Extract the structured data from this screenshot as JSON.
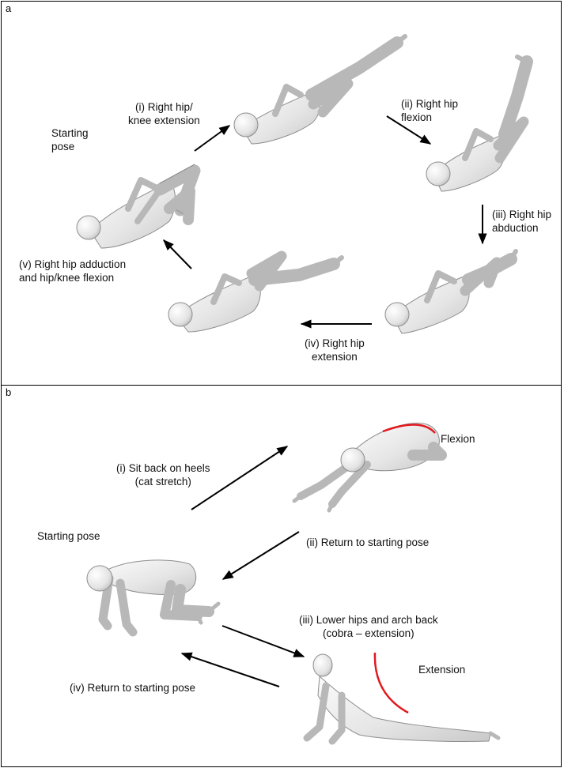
{
  "panel_a": {
    "label": "a",
    "starting_pose": "Starting\npose",
    "step_i": "(i) Right hip/\nknee extension",
    "step_ii": "(ii) Right hip\nflexion",
    "step_iii": "(iii) Right hip\nabduction",
    "step_iv": "(iv) Right hip\nextension",
    "step_v": "(v) Right hip adduction\nand hip/knee flexion"
  },
  "panel_b": {
    "label": "b",
    "starting_pose": "Starting pose",
    "step_i": "(i) Sit back on heels\n(cat stretch)",
    "step_ii": "(ii) Return to starting pose",
    "step_iii": "(iii) Lower hips and arch back\n(cobra – extension)",
    "step_iv": "(iv) Return to starting pose",
    "flexion_label": "Flexion",
    "extension_label": "Extension",
    "highlight_color": "#e0191e"
  }
}
